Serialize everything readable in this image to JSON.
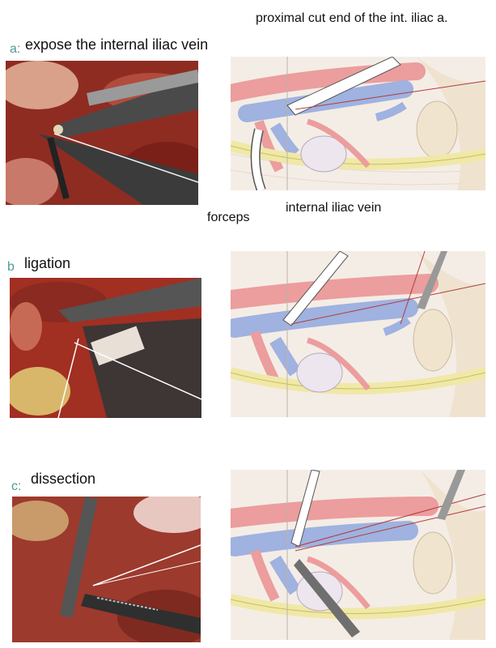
{
  "panels": [
    {
      "letter": "a:",
      "title": "expose the internal iliac vein",
      "callouts": {
        "top": "proximal cut end of the int. iliac a.",
        "forceps": "forceps",
        "vein": "internal iliac vein"
      }
    },
    {
      "letter": "b",
      "title": "ligation"
    },
    {
      "letter": "c:",
      "title": "dissection"
    }
  ],
  "colors": {
    "artery": "#ec9d9d",
    "vein": "#9fb2e0",
    "nerve": "#f0e8a6",
    "tissue_bg": "#f3ebe4",
    "photo_red": "#9a2f24",
    "letter": "#4f9a96"
  },
  "icons": {
    "photos": "laparoscopic-photo",
    "illustrations": "anatomical-illustration"
  }
}
